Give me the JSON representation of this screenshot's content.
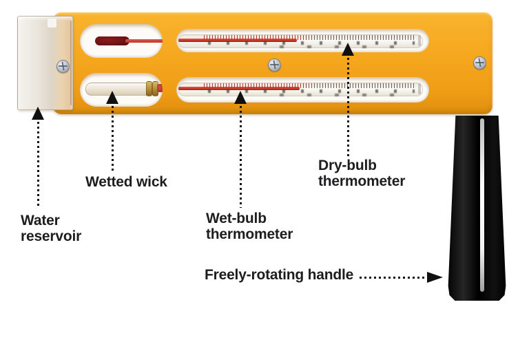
{
  "labels": {
    "water_reservoir_line1": "Water",
    "water_reservoir_line2": "reservoir",
    "wetted_wick": "Wetted wick",
    "wet_bulb_line1": "Wet-bulb",
    "wet_bulb_line2": "thermometer",
    "dry_bulb_line1": "Dry-bulb",
    "dry_bulb_line2": "thermometer",
    "freely_rotating_handle": "Freely-rotating handle"
  },
  "colors": {
    "body_orange": "#f5a71e",
    "handle_black": "#141414",
    "mercury_red": "#c43527",
    "bulb_dark_red": "#6e1414",
    "wick_cream": "#f0e9da",
    "brass_ring": "#b5893a",
    "reservoir_white": "#e9e4db",
    "label_text": "#1d1d1f",
    "window_white": "#fdfbf7"
  }
}
